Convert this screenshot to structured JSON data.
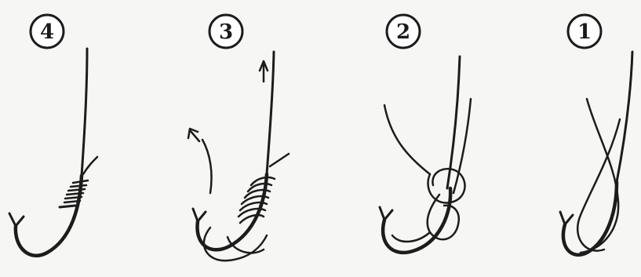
{
  "steps": [
    {
      "label": "4"
    },
    {
      "label": "3"
    },
    {
      "label": "2"
    },
    {
      "label": "1"
    }
  ],
  "colors": {
    "ink": "#1c1c1c",
    "background": "#f6f6f4"
  }
}
